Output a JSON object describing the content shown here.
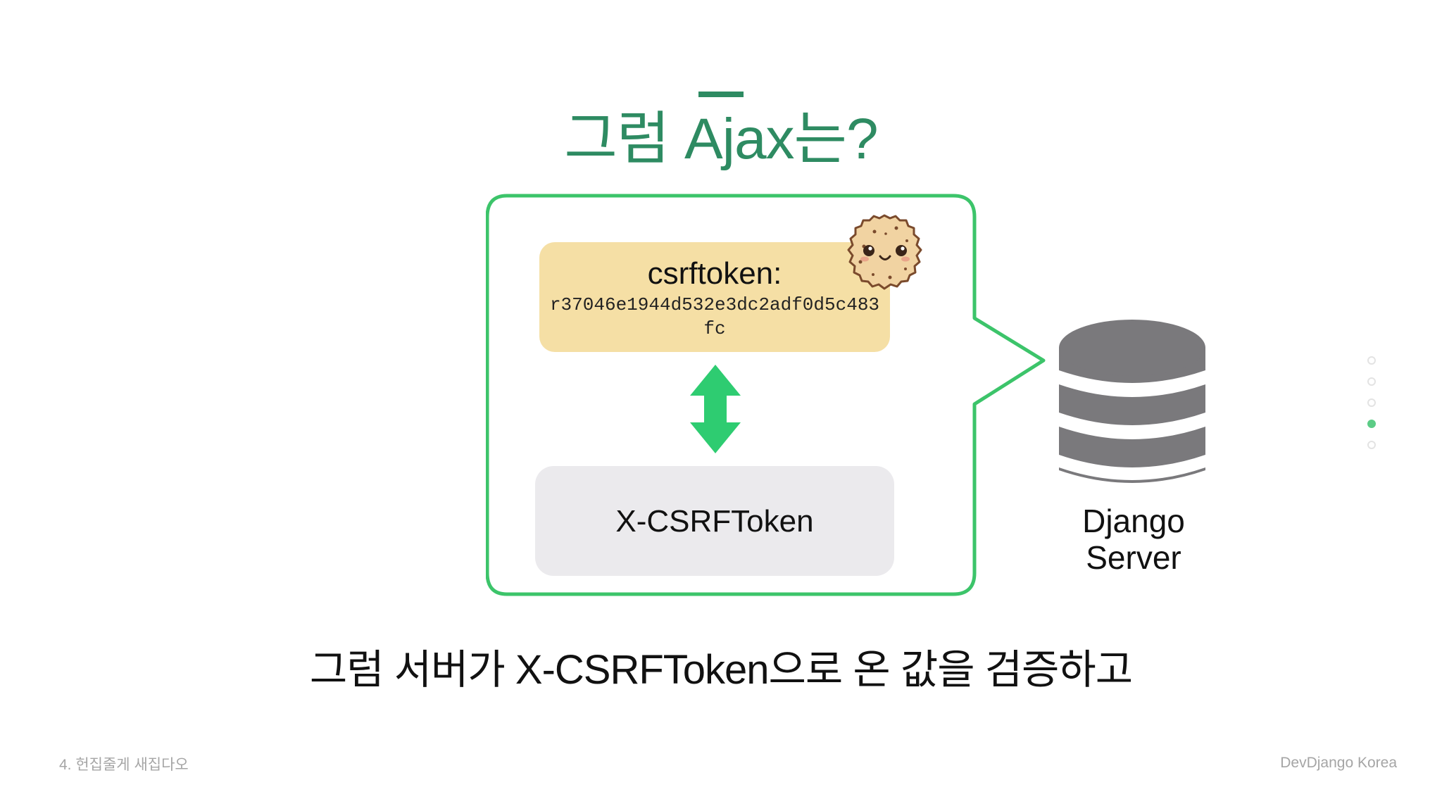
{
  "slide": {
    "title": "그럼 Ajax는?",
    "subtitle": "그럼 서버가 X-CSRFToken으로 온 값을 검증하고"
  },
  "diagram": {
    "token_label": "csrftoken:",
    "token_value": "r37046e1944d532e3dc2adf0d5c483fc",
    "header_label": "X-CSRFToken",
    "server_label_line1": "Django",
    "server_label_line2": "Server",
    "icons": [
      "cookie-icon",
      "double-arrow-icon",
      "database-icon"
    ]
  },
  "pagination": {
    "total": 5,
    "active": 4
  },
  "footer": {
    "left": "4. 헌집줄게 새집다오",
    "right": "DevDjango Korea"
  },
  "colors": {
    "accent": "#2e8b62",
    "border": "#3cc46a",
    "token_bg": "#f5dfa5",
    "header_bg": "#ebeaed",
    "server": "#7a797c",
    "arrow": "#2ecc71"
  }
}
